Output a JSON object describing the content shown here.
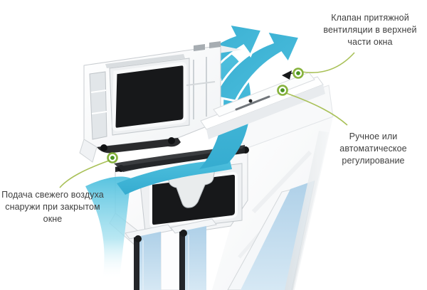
{
  "labels": {
    "valve": {
      "lines": [
        "Клапан притяжной",
        "вентиляции в верхней",
        "части окна"
      ]
    },
    "regulation": {
      "lines": [
        "Ручное или",
        "автоматическое",
        "регулирование"
      ]
    },
    "air_supply": {
      "lines": [
        "Подача свежего воздуха",
        "снаружи при закрытом",
        "окне"
      ]
    }
  },
  "icons": {
    "airflow_arrow": "curved-up-right-arrow",
    "leader_marker": "green-target-dot",
    "pointer_arrowhead": "small-black-left-arrow"
  },
  "colors": {
    "background": "#ffffff",
    "airflow_strong": "#35acd0",
    "airflow_mid": "#4fc0de",
    "airflow_pale": "#a8e2f0",
    "leader_line": "#a9c158",
    "marker_ring": "#86b23c",
    "marker_core": "#4a9420",
    "glass": "#aed0e8",
    "glass_light": "#d6e8f4",
    "profile_edge": "#c7ccd0",
    "profile_shade": "#e9ecee",
    "cavity": "#17181a",
    "gasket": "#222426",
    "text": "#3f3f3f"
  }
}
